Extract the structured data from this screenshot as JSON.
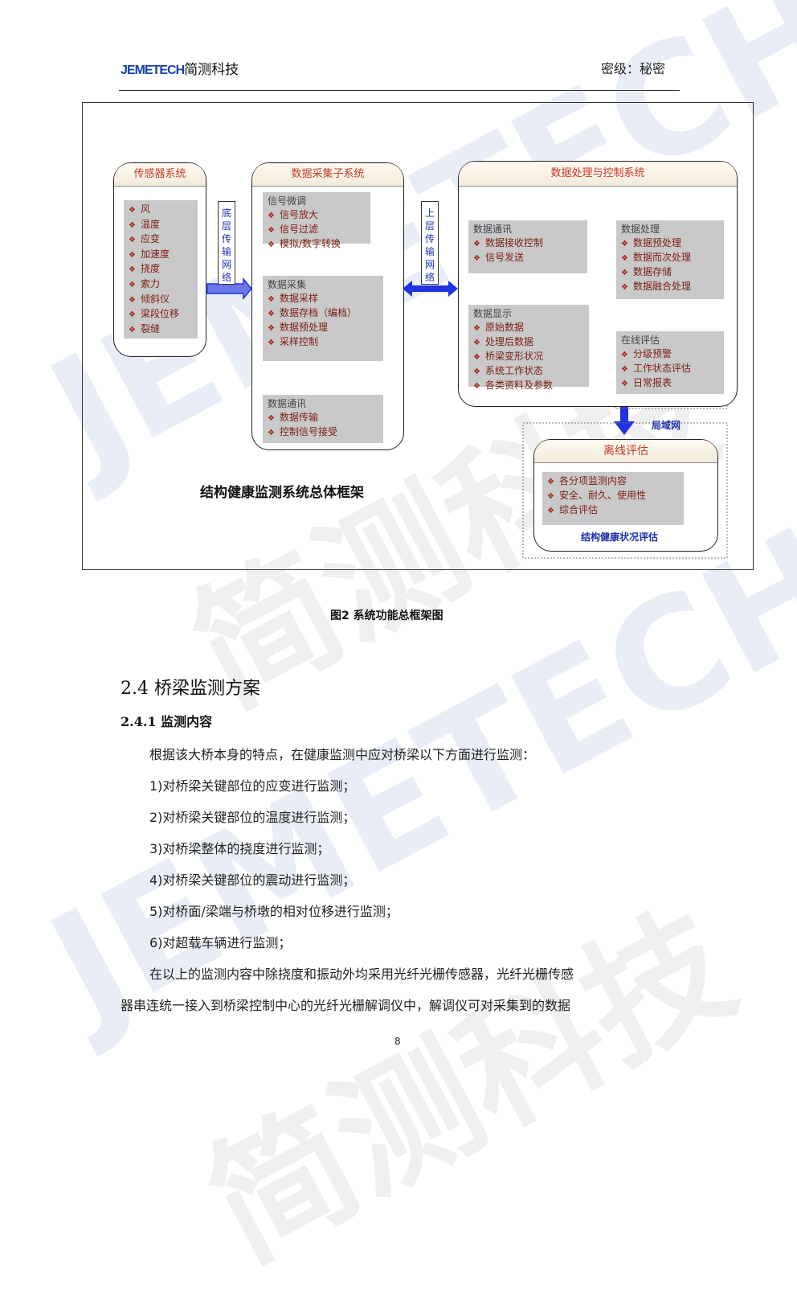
{
  "header": {
    "brand": "JEMETECH",
    "company": "简测科技",
    "security": "密级：秘密"
  },
  "figure": {
    "sensor_system": {
      "title": "传感器系统",
      "items": [
        "风",
        "温度",
        "应变",
        "加速度",
        "挠度",
        "索力",
        "倾斜仪",
        "梁段位移",
        "裂缝"
      ]
    },
    "bottom_network": "底层传输网络",
    "daq_system": {
      "title": "数据采集子系统",
      "signal": {
        "head": "信号微调",
        "items": [
          "信号放大",
          "信号过滤",
          "模拟/数字转换"
        ]
      },
      "acquisition": {
        "head": "数据采集",
        "items": [
          "数据采样",
          "数据存档（编档）",
          "数据预处理",
          "采样控制"
        ]
      },
      "comm": {
        "head": "数据通讯",
        "items": [
          "数据传输",
          "控制信号接受"
        ]
      }
    },
    "top_network": "上层传输网络",
    "proc_system": {
      "title": "数据处理与控制系统",
      "comm": {
        "head": "数据通讯",
        "items": [
          "数据接收控制",
          "信号发送"
        ]
      },
      "processing": {
        "head": "数据处理",
        "items": [
          "数据预处理",
          "数据而次处理",
          "数据存储",
          "数据融合处理"
        ]
      },
      "display": {
        "head": "数据显示",
        "items": [
          "原始数据",
          "处理后数据",
          "桥梁变形状况",
          "系统工作状态",
          "各类资料及参数"
        ]
      },
      "online": {
        "head": "在线评估",
        "items": [
          "分级预警",
          "工作状态评估",
          "日常报表"
        ]
      }
    },
    "lan": "局域网",
    "offline": {
      "title": "离线评估",
      "items": [
        "各分项监测内容",
        "安全、耐久、使用性",
        "综合评估"
      ],
      "footer": "结构健康状况评估"
    },
    "inner_caption": "结构健康监测系统总体框架"
  },
  "figure_caption": "图2 系统功能总框架图",
  "section": {
    "heading": "2.4 桥梁监测方案",
    "subheading": "2.4.1 监测内容",
    "intro": "根据该大桥本身的特点，在健康监测中应对桥梁以下方面进行监测：",
    "list": [
      "1)对桥梁关键部位的应变进行监测；",
      "2)对桥梁关键部位的温度进行监测；",
      "3)对桥梁整体的挠度进行监测；",
      "4)对桥梁关键部位的震动进行监测；",
      "5)对桥面/梁端与桥墩的相对位移进行监测；",
      "6)对超载车辆进行监测；"
    ],
    "para_line1": "在以上的监测内容中除挠度和振动外均采用光纤光栅传感器，光纤光栅传感",
    "para_line2": "器串连统一接入到桥梁控制中心的光纤光栅解调仪中，解调仪可对采集到的数据"
  },
  "page_number": "8",
  "watermark": {
    "latin": "JEMETECH",
    "cjk": "简测科技"
  },
  "colors": {
    "brand_blue": "#1a3fb0",
    "brand_orange": "#e8761a",
    "arrow_blue": "#1f33e0",
    "title_red": "#c43b2a"
  }
}
